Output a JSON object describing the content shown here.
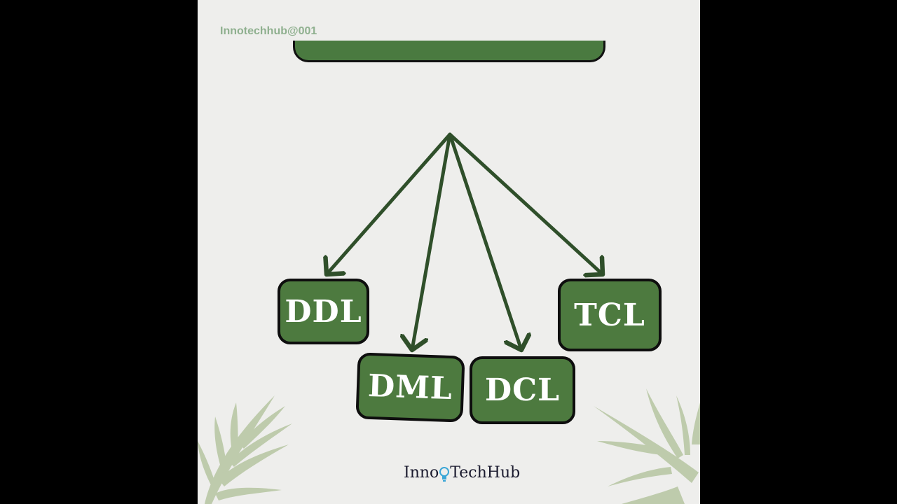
{
  "watermark": "Innotechhub@001",
  "diagram": {
    "nodes": [
      {
        "id": "ddl",
        "label": "DDL"
      },
      {
        "id": "dml",
        "label": "DML"
      },
      {
        "id": "dcl",
        "label": "DCL"
      },
      {
        "id": "tcl",
        "label": "TCL"
      }
    ]
  },
  "brand": {
    "prefix": "Inno",
    "suffix": "TechHub",
    "icon": "lightbulb-icon"
  },
  "colors": {
    "background": "#000000",
    "panel": "#eeeeec",
    "node_fill": "#4d7a3f",
    "arrow": "#2f4f2a",
    "watermark": "#8fb08f",
    "leaf": "#b9c8a6",
    "bulb": "#3aa6d6"
  }
}
